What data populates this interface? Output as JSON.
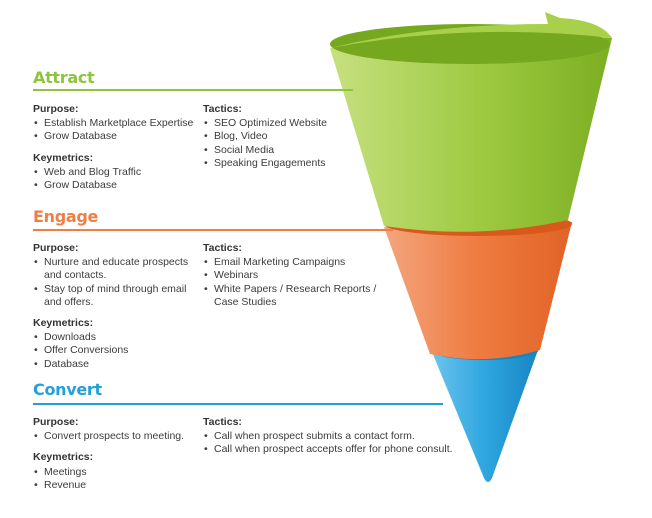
{
  "colors": {
    "attract": "#8fc43f",
    "engage": "#ee7e45",
    "convert": "#259fd9"
  },
  "stages": [
    {
      "id": "attract",
      "title": "Attract",
      "purpose_label": "Purpose:",
      "purpose": [
        "Establish Marketplace Expertise",
        "Grow Database"
      ],
      "keymetrics_label": "Keymetrics:",
      "keymetrics": [
        "Web and Blog Traffic",
        "Grow Database"
      ],
      "tactics_label": "Tactics:",
      "tactics": [
        "SEO Optimized Website",
        "Blog, Video",
        "Social Media",
        "Speaking Engagements"
      ]
    },
    {
      "id": "engage",
      "title": "Engage",
      "purpose_label": "Purpose:",
      "purpose": [
        "Nurture and educate prospects and contacts.",
        "Stay top of mind through email and offers."
      ],
      "keymetrics_label": "Keymetrics:",
      "keymetrics": [
        "Downloads",
        "Offer Conversions",
        "Database"
      ],
      "tactics_label": "Tactics:",
      "tactics": [
        "Email Marketing Campaigns",
        "Webinars",
        "White Papers / Research Reports / Case Studies"
      ]
    },
    {
      "id": "convert",
      "title": "Convert",
      "purpose_label": "Purpose:",
      "purpose": [
        "Convert prospects to meeting."
      ],
      "keymetrics_label": "Keymetrics:",
      "keymetrics": [
        "Meetings",
        "Revenue"
      ],
      "tactics_label": "Tactics:",
      "tactics": [
        "Call when prospect submits a contact form.",
        "Call when prospect accepts offer for phone consult."
      ]
    }
  ]
}
